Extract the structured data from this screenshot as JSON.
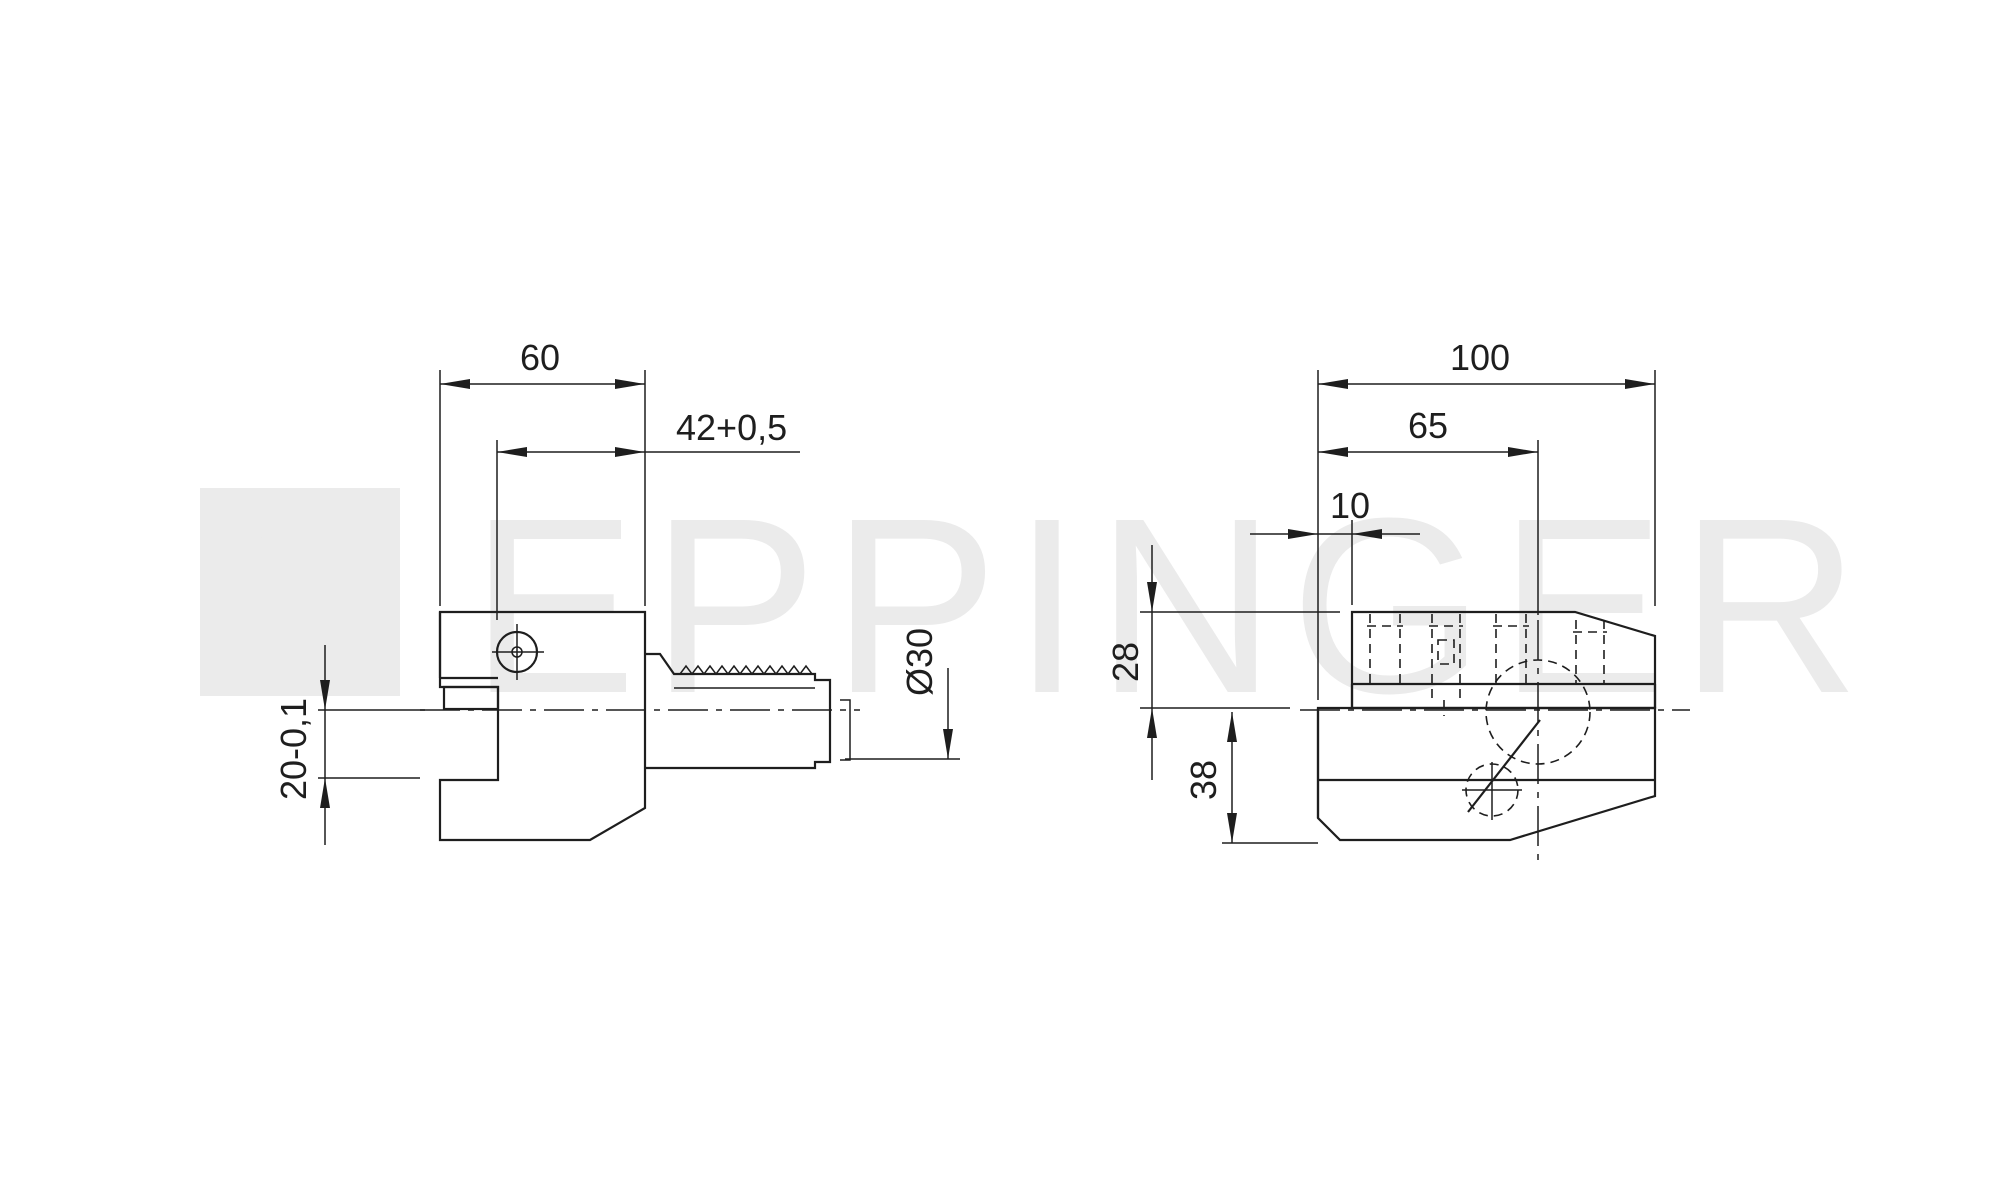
{
  "watermark": {
    "text": "EPPINGER"
  },
  "side_view": {
    "dim_width": "60",
    "dim_offset": "42+0,5",
    "dim_diameter": "Ø30",
    "dim_height_tol": "20-0,1"
  },
  "front_view": {
    "dim_total": "100",
    "dim_mid": "65",
    "dim_small": "10",
    "dim_upper": "28",
    "dim_lower": "38"
  },
  "colors": {
    "line": "#1e1e1e",
    "watermark": "#ebebeb",
    "background": "#ffffff"
  }
}
